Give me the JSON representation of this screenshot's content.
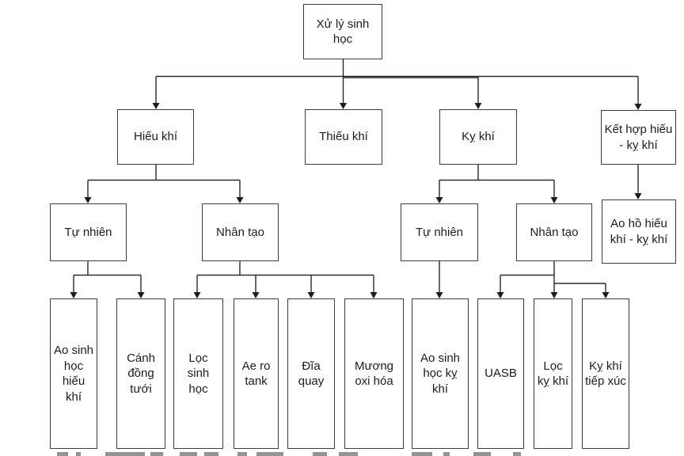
{
  "diagram": {
    "title": "Xử lý sinh học",
    "nodes": {
      "root": {
        "label": "Xử lý sinh học"
      },
      "level2": [
        {
          "label": "Hiếu khí"
        },
        {
          "label": "Thiếu khí"
        },
        {
          "label": "Kỵ khí"
        },
        {
          "label": "Kết hợp hiếu - kỵ khí"
        }
      ],
      "level3": [
        {
          "label": "Tự nhiên"
        },
        {
          "label": "Nhân tạo"
        },
        {
          "label": "Tự nhiên"
        },
        {
          "label": "Nhân tạo"
        },
        {
          "label": "Ao hồ hiếu khí - kỵ khí"
        }
      ],
      "leaves": [
        {
          "label": "Ao sinh học hiếu khí"
        },
        {
          "label": "Cánh đồng tưới"
        },
        {
          "label": "Lọc sinh học"
        },
        {
          "label": "Ae ro tank"
        },
        {
          "label": "Đĩa quay"
        },
        {
          "label": "Mương oxi hóa"
        },
        {
          "label": "Ao sinh học kỵ khí"
        },
        {
          "label": "UASB"
        },
        {
          "label": "Lọc kỵ khí"
        },
        {
          "label": "Kỵ khí tiếp xúc"
        }
      ]
    },
    "edges": [
      "Xử lý sinh học -> Hiếu khí",
      "Xử lý sinh học -> Thiếu khí",
      "Xử lý sinh học -> Kỵ khí",
      "Xử lý sinh học -> Kết hợp hiếu - kỵ khí",
      "Hiếu khí -> Tự nhiên",
      "Hiếu khí -> Nhân tạo",
      "Kỵ khí -> Tự nhiên",
      "Kỵ khí -> Nhân tạo",
      "Kết hợp hiếu - kỵ khí -> Ao hồ hiếu khí - kỵ khí",
      "Tự nhiên (hiếu khí) -> Ao sinh học hiếu khí",
      "Tự nhiên (hiếu khí) -> Cánh đồng tưới",
      "Nhân tạo (hiếu khí) -> Lọc sinh học",
      "Nhân tạo (hiếu khí) -> Ae ro tank",
      "Nhân tạo (hiếu khí) -> Đĩa quay",
      "Nhân tạo (hiếu khí) -> Mương oxi hóa",
      "Tự nhiên (kỵ khí) -> Ao sinh học kỵ khí",
      "Nhân tạo (kỵ khí) -> UASB",
      "Nhân tạo (kỵ khí) -> Lọc kỵ khí",
      "Nhân tạo (kỵ khí) -> Kỵ khí tiếp xúc"
    ],
    "colors": {
      "line": "#2b2b2b",
      "box_border": "#3d3d3d",
      "text": "#1c1c1c",
      "background": "#ffffff"
    }
  }
}
